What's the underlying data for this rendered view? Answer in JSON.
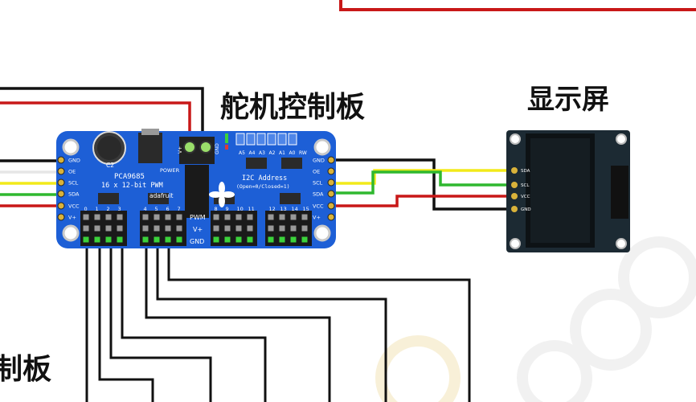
{
  "labels": {
    "board_title": "舵机控制板",
    "display_title": "显示屏",
    "partial_title": "制板"
  },
  "board": {
    "chip": "PCA9685",
    "subtitle": "16 x 12-bit PWM",
    "brand": "adafruit",
    "power_label": "POWER",
    "capacitor": "C2",
    "i2c_title": "I2C Address",
    "i2c_sub": "(Open=0/Closed=1)",
    "addr_pins": [
      "A5",
      "A4",
      "A3",
      "A2",
      "A1",
      "A0",
      "RW"
    ],
    "left_pins": [
      "GND",
      "OE",
      "SCL",
      "SDA",
      "VCC",
      "V+"
    ],
    "right_pins": [
      "GND",
      "OE",
      "SCL",
      "SDA",
      "VCC",
      "V+"
    ],
    "top_terminal": [
      "V+",
      "GND"
    ],
    "pwm_labels": [
      "PWM",
      "V+",
      "GND"
    ],
    "channel_numbers": [
      "0",
      "1",
      "2",
      "3",
      "4",
      "5",
      "6",
      "7",
      "8",
      "9",
      "10",
      "11",
      "12",
      "13",
      "14",
      "15"
    ]
  },
  "oled": {
    "pins": [
      "SDA",
      "SCL",
      "VCC",
      "GND"
    ]
  },
  "colors": {
    "board": "#1d5fd6",
    "wire_black": "#111111",
    "wire_red": "#c81818",
    "wire_yellow": "#f2ea1a",
    "wire_green": "#2fb82f",
    "wire_white": "#ffffff",
    "oled_body": "#1c2a33",
    "oled_screen": "#0d1215"
  }
}
